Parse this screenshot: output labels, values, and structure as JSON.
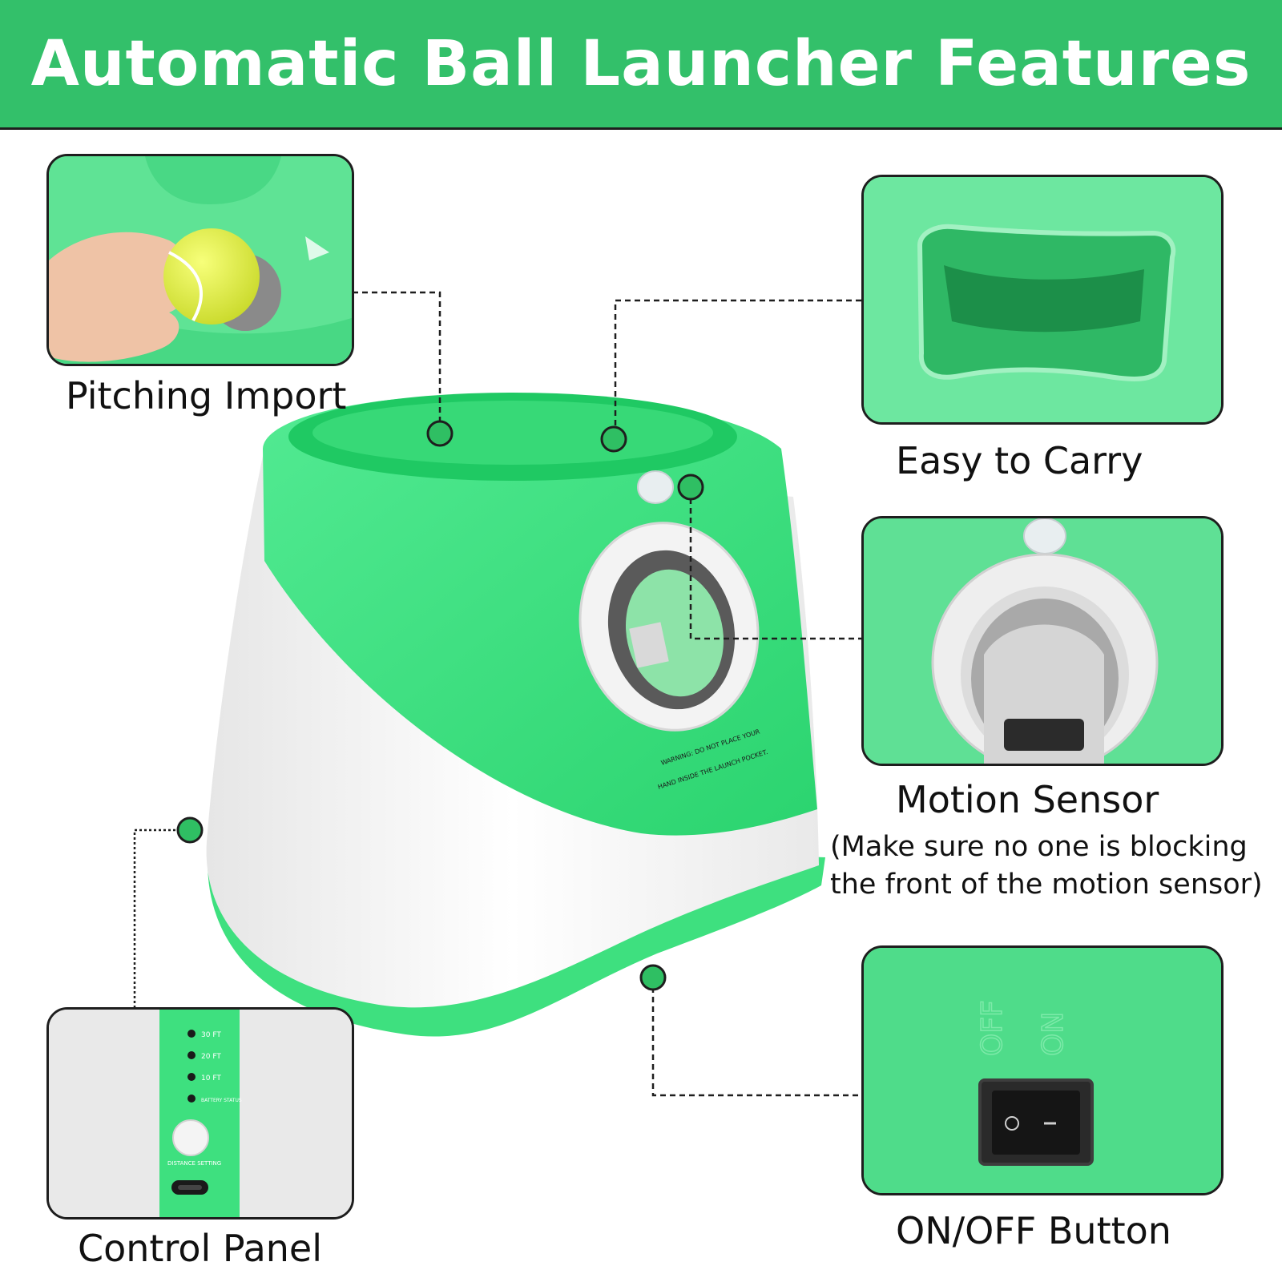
{
  "title": "Automatic Ball Launcher Features",
  "features": {
    "pitching": {
      "label": "Pitching Import"
    },
    "carry": {
      "label": "Easy to Carry"
    },
    "sensor": {
      "label": "Motion Sensor",
      "note_line1": "(Make sure no one is blocking",
      "note_line2": "the front of the motion sensor)"
    },
    "control": {
      "label": "Control Panel",
      "indicators": [
        "30 FT",
        "20 FT",
        "10 FT",
        "BATTERY STATUS"
      ],
      "button_label": "DISTANCE SETTING"
    },
    "power": {
      "label": "ON/OFF Button",
      "off_text": "OFF",
      "on_text": "ON"
    }
  },
  "device": {
    "warning_line1": "WARNING: DO NOT PLACE YOUR",
    "warning_line2": "HAND INSIDE THE LAUNCH POCKET."
  },
  "colors": {
    "brand_green": "#33c06a",
    "device_green": "#3ee07f",
    "callout_green": "#66e39a",
    "marker_green": "#2fbf63",
    "outline": "#1e1e1e"
  }
}
